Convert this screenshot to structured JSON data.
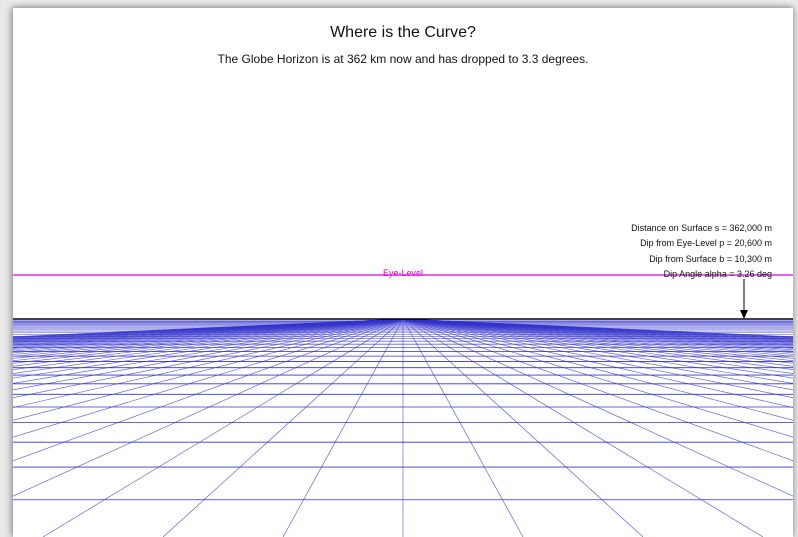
{
  "title": "Where is the Curve?",
  "subtitle": "The Globe Horizon is at 362 km now and has dropped to 3.3 degrees.",
  "eye_level_label": "Eye-Level",
  "info_lines": [
    "Distance on Surface s = 362,000 m",
    "Dip from Eye-Level p = 20,600 m",
    "Dip from Surface b = 10,300 m",
    "Dip Angle alpha = 3.26 deg"
  ],
  "colors": {
    "eye_level": "#e000e0",
    "grid": "#3333cc",
    "horizon": "#000000"
  }
}
